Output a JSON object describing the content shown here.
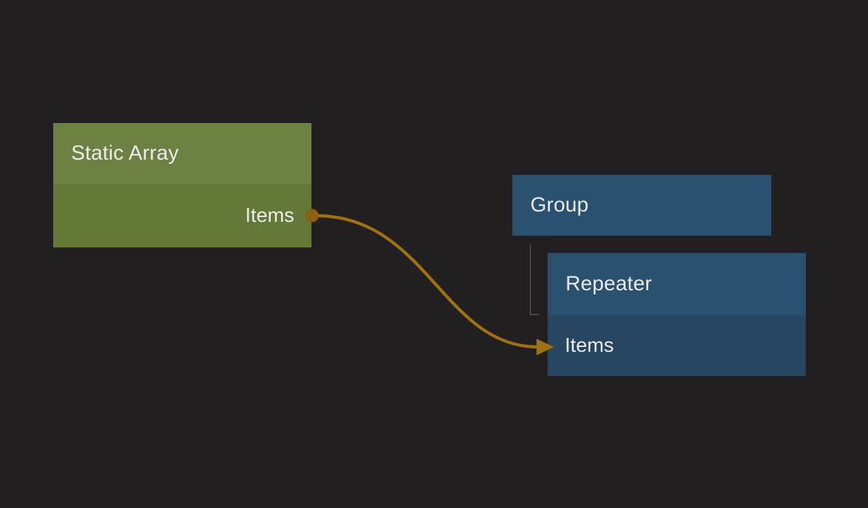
{
  "colors": {
    "background": "#211f1f",
    "green_header": "#6d8142",
    "green_body": "#647838",
    "blue_header": "#2b5170",
    "blue_body": "#274662",
    "wire": "#a1700f",
    "port_dot": "#8d5f0f",
    "hierarchy_line": "#474747",
    "text": "#ececec"
  },
  "nodes": {
    "static_array": {
      "title": "Static Array",
      "outputs": [
        {
          "label": "Items"
        }
      ]
    },
    "group": {
      "title": "Group"
    },
    "repeater": {
      "title": "Repeater",
      "inputs": [
        {
          "label": "Items"
        }
      ]
    }
  },
  "connection": {
    "from_node": "Static Array",
    "from_port": "Items",
    "to_node": "Repeater",
    "to_port": "Items"
  }
}
